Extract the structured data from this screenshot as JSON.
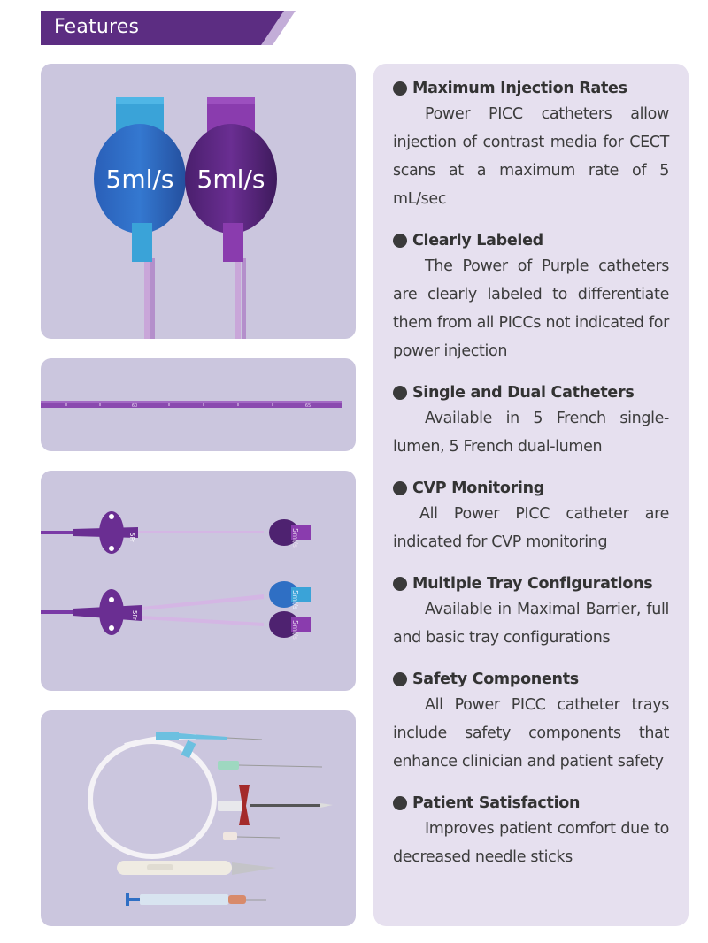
{
  "banner": {
    "title": "Features",
    "colors": {
      "primary": "#5c2d82",
      "accent": "#c3add8"
    }
  },
  "images": [
    {
      "name": "connector-hubs-closeup",
      "labels": [
        "5ml/s",
        "5ml/s"
      ],
      "hub_colors": [
        "#2f6fc4",
        "#6a2b8e"
      ]
    },
    {
      "name": "catheter-depth-markings",
      "labels": [
        "60",
        "65"
      ]
    },
    {
      "name": "single-and-dual-lumen-catheters",
      "labels": [
        "5Fr",
        "5Fr",
        "5ml/s",
        "5ml/s",
        "5ml/s"
      ]
    },
    {
      "name": "tray-components",
      "labels": []
    }
  ],
  "features": [
    {
      "title": "Maximum Injection Rates",
      "body": "Power PICC catheters allow injection of contrast media for CECT scans at a maximum rate of 5 mL/sec"
    },
    {
      "title": "Clearly Labeled",
      "body": "The Power of Purple catheters are clearly labeled to differentiate them from all PICCs not indicated for power injection"
    },
    {
      "title": "Single and Dual Catheters",
      "body": "Available in 5 French single-lumen, 5 French dual-lumen"
    },
    {
      "title": "CVP Monitoring",
      "body": "All Power PICC catheter are indicated for CVP monitoring"
    },
    {
      "title": "Multiple Tray Configurations",
      "body": "Available in Maximal Barrier, full and basic tray configurations"
    },
    {
      "title": "Safety Components",
      "body": "All Power PICC catheter trays include safety components that enhance clinician and patient safety"
    },
    {
      "title": "Patient Satisfaction",
      "body": "Improves patient comfort due to decreased needle sticks"
    }
  ]
}
